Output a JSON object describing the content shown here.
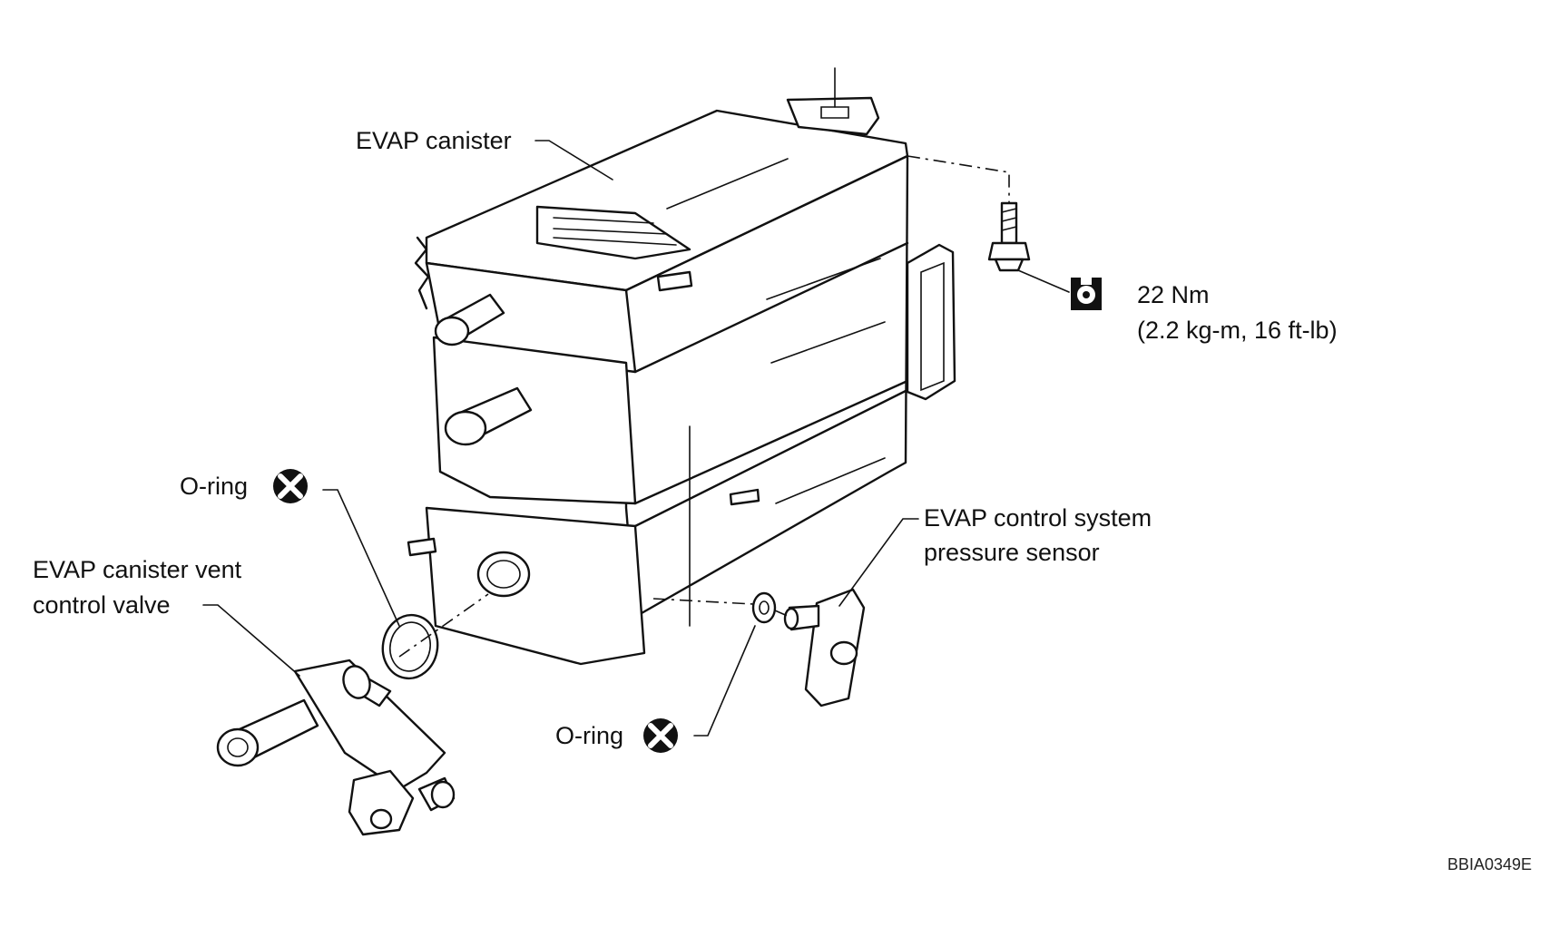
{
  "labels": {
    "evap_canister": "EVAP canister",
    "torque_value": "22 Nm",
    "torque_conversion": "(2.2 kg-m, 16 ft-lb)",
    "oring_upper": "O-ring",
    "oring_lower": "O-ring",
    "vent_valve_line1": "EVAP canister vent",
    "vent_valve_line2": "control valve",
    "sensor_line1": "EVAP control system",
    "sensor_line2": "pressure sensor",
    "figure_code": "BBIA0349E"
  },
  "icons": {
    "torque": "torque-wrench-icon",
    "replace": "do-not-reuse-icon"
  },
  "colors": {
    "line": "#111111",
    "background": "#ffffff"
  }
}
